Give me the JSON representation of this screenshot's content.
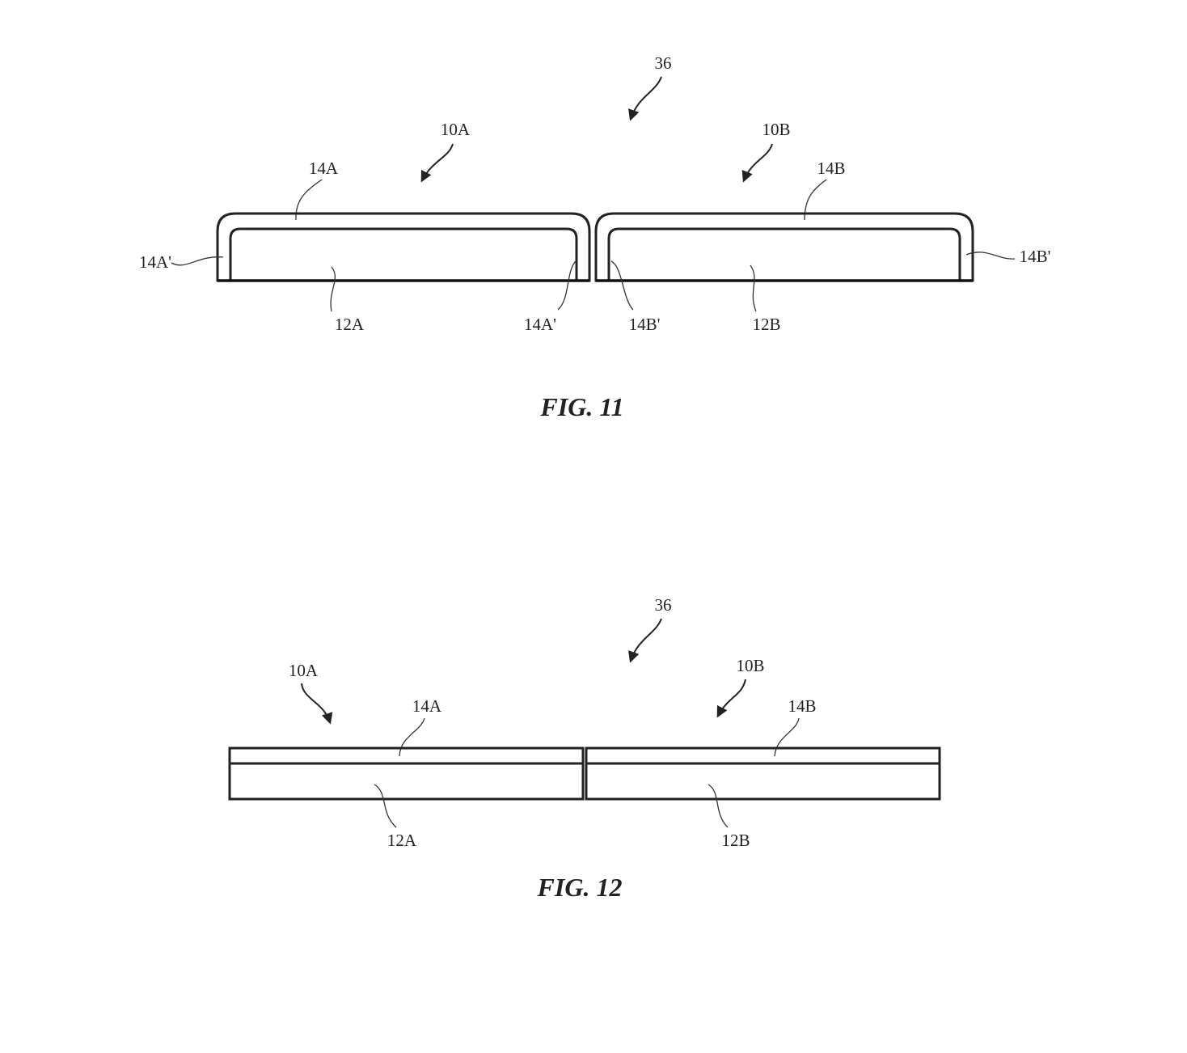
{
  "fig11": {
    "caption": "FIG. 11",
    "labels": {
      "assembly": "36",
      "left_device": "10A",
      "right_device": "10B",
      "left_cover": "14A",
      "right_cover": "14B",
      "left_cover_edge_outer": "14A'",
      "left_cover_edge_inner": "14A'",
      "right_cover_edge_inner": "14B'",
      "right_cover_edge_outer": "14B'",
      "left_substrate": "12A",
      "right_substrate": "12B"
    }
  },
  "fig12": {
    "caption": "FIG. 12",
    "labels": {
      "assembly": "36",
      "left_device": "10A",
      "right_device": "10B",
      "left_cover": "14A",
      "right_cover": "14B",
      "left_substrate": "12A",
      "right_substrate": "12B"
    }
  }
}
